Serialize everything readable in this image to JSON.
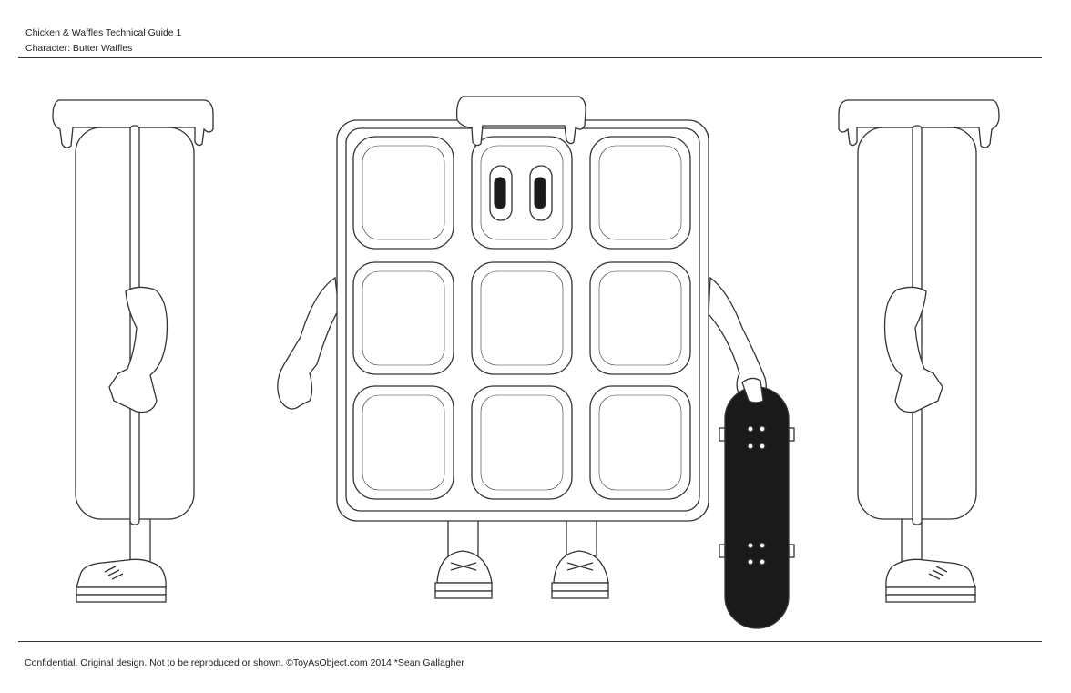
{
  "header": {
    "title": "Chicken & Waffles  Technical Guide 1",
    "character": "Character:  Butter Waffles"
  },
  "footer": "Confidential. Original design. Not to be reproduced or shown.  ©ToyAsObject.com 2014 *Sean Gallagher",
  "colors": {
    "line": "#333333",
    "skateboard": "#1a1a1a"
  }
}
